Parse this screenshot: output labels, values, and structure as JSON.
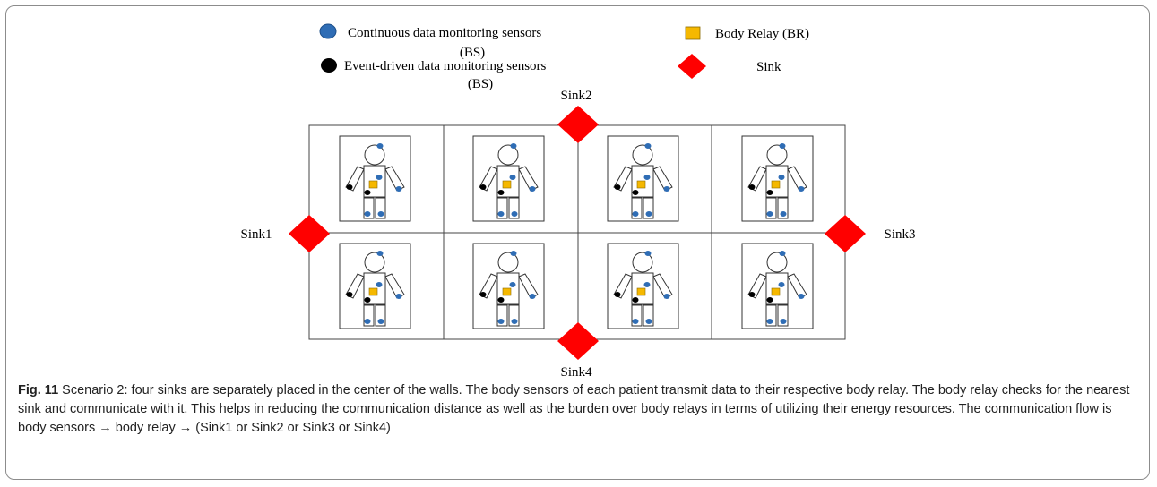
{
  "legend": {
    "continuous_sensor": "Continuous data monitoring sensors",
    "continuous_sensor_abbr": "(BS)",
    "event_sensor": "Event-driven data monitoring sensors",
    "event_sensor_abbr": "(BS)",
    "body_relay": "Body Relay (BR)",
    "sink": "Sink"
  },
  "sinks": {
    "sink1": "Sink1",
    "sink2": "Sink2",
    "sink3": "Sink3",
    "sink4": "Sink4"
  },
  "caption": {
    "label": "Fig. 11",
    "text": "Scenario 2: four sinks are separately placed in the center of the walls. The body sensors of each patient transmit data to their respective body relay. The body relay checks for the nearest sink and communicate with it. This helps in reducing the communication distance as well as the burden over body relays in terms of utilizing their energy resources. The communication flow is body sensors → body relay → (Sink1 or Sink2 or Sink3 or Sink4)"
  },
  "colors": {
    "continuous_sensor": "#2f6db5",
    "event_sensor": "#000000",
    "body_relay": "#f5b800",
    "sink": "#ff0000"
  },
  "patients_count": 8
}
